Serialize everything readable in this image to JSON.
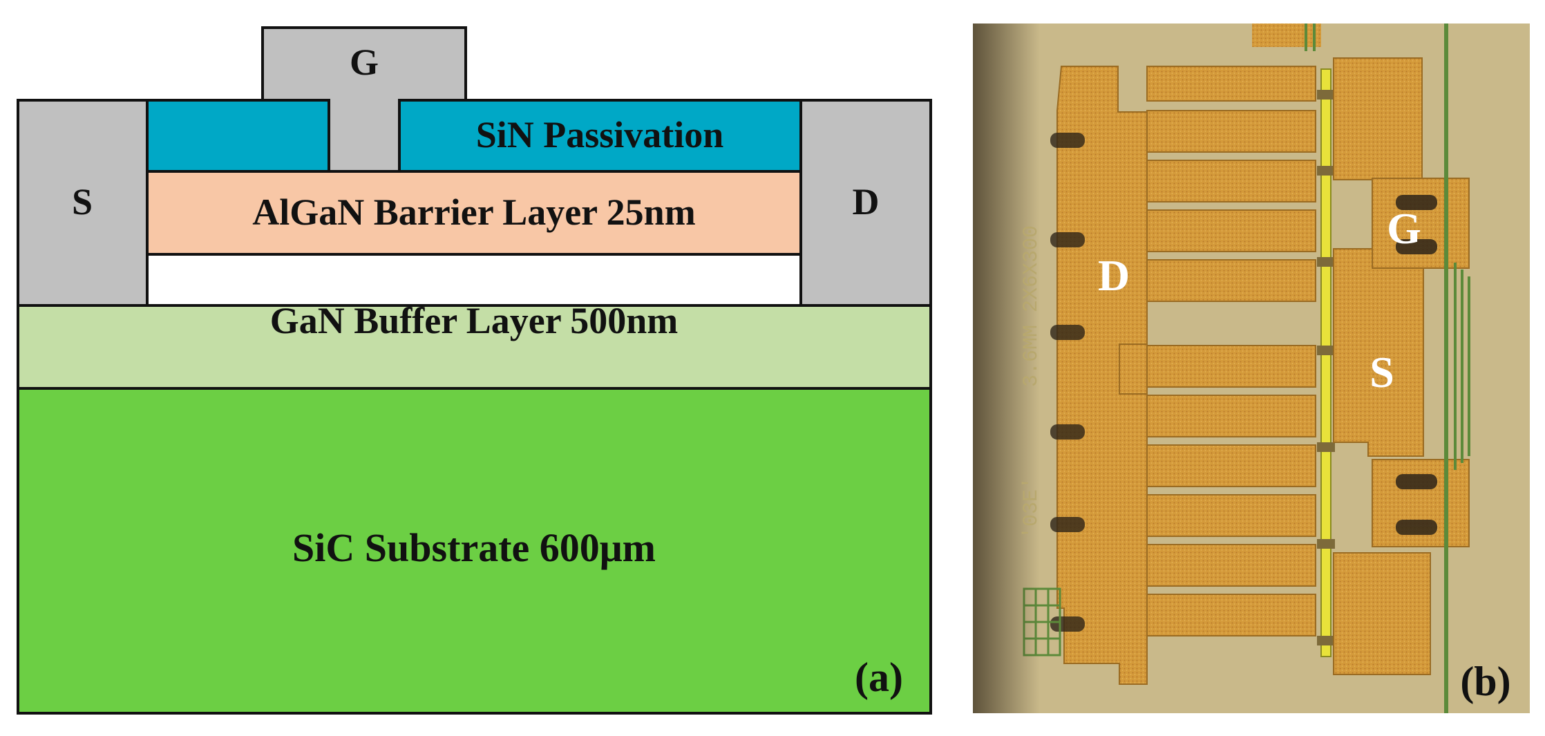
{
  "panel_a": {
    "gate_label": "G",
    "source_label": "S",
    "drain_label": "D",
    "passivation_label": "SiN Passivation",
    "barrier_label": "AlGaN Barrier Layer 25nm",
    "buffer_label": "GaN Buffer Layer 500nm",
    "substrate_label": "SiC Substrate 600μm",
    "panel_tag": "(a)",
    "colors": {
      "contact": "#c0c0c0",
      "passivation": "#00a8c6",
      "barrier": "#f8c7a6",
      "buffer": "#c4dea6",
      "substrate": "#6ccf44",
      "outline": "#111111"
    }
  },
  "panel_b": {
    "drain_label": "D",
    "gate_label": "G",
    "source_label": "S",
    "chip_marking": "3.6MM 2X6X300",
    "chip_code": "'03E'",
    "panel_tag": "(b)",
    "colors": {
      "background": "#c9b98a",
      "metal": "#d49a3a",
      "gate_line": "#e8e23a",
      "trace": "#5c8a3a"
    }
  }
}
